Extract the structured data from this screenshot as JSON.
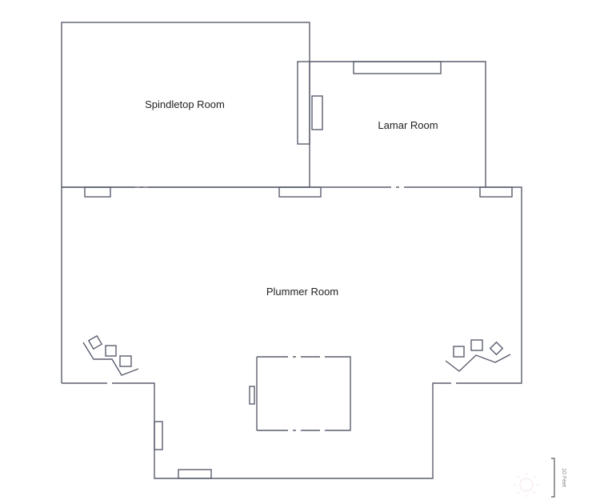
{
  "rooms": {
    "spindletop": "Spindletop Room",
    "lamar": "Lamar Room",
    "plummer": "Plummer Room"
  },
  "scale": {
    "label": "10 Feet"
  },
  "colors": {
    "wall": "#5a5e6e",
    "background": "#ffffff"
  }
}
